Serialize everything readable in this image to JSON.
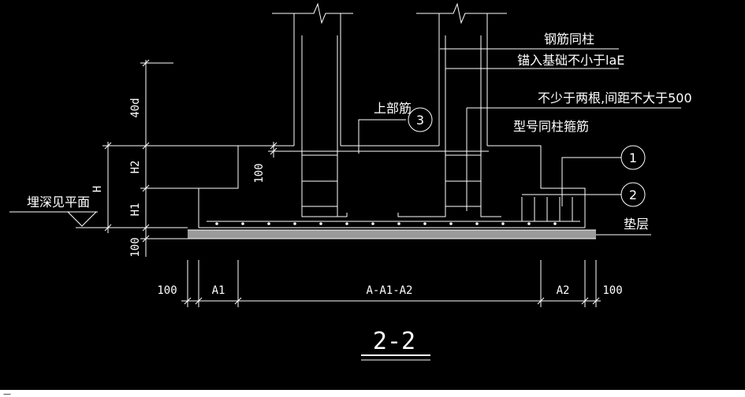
{
  "drawing": {
    "section_title": "2-2",
    "corner_fragment": "—"
  },
  "callouts": {
    "rebar_same_as_column": "钢筋同柱",
    "anchor_into_foundation": "锚入基础不小于laE",
    "min_two_spacing": "不少于两根,间距不大于500",
    "type_same_as_column_stirrup": "型号同柱箍筋",
    "top_rebar": "上部筋",
    "cushion": "垫层",
    "burial_depth": "埋深见平面"
  },
  "markers": [
    "1",
    "2",
    "3"
  ],
  "vertical_dims": {
    "d40": "40d",
    "h2": "H2",
    "h": "H",
    "h1": "H1",
    "d100_cover": "100",
    "d100_bottom": "100"
  },
  "horizontal_dims": {
    "left_100": "100",
    "a1": "A1",
    "middle": "A-A1-A2",
    "a2": "A2",
    "right_100": "100"
  },
  "colors": {
    "background": "#000000",
    "line": "#ffffff",
    "cushion_fill": "#9a9a9a"
  }
}
